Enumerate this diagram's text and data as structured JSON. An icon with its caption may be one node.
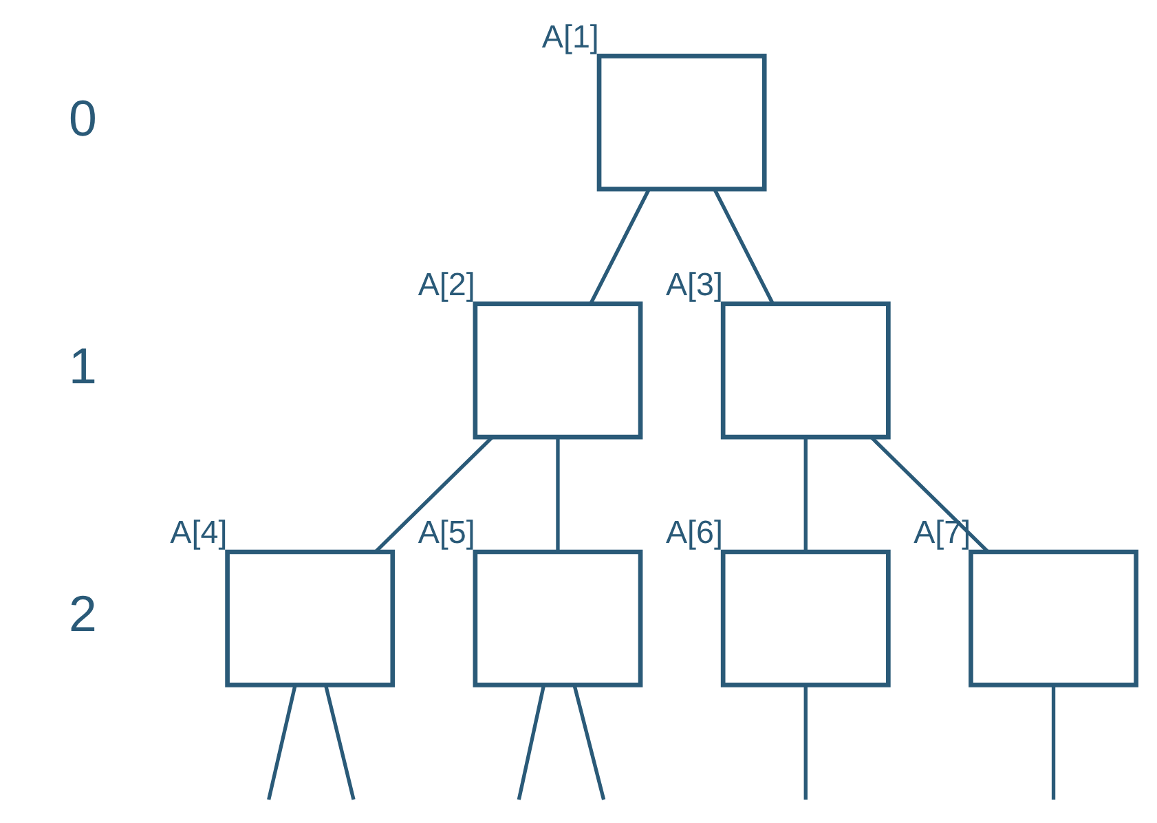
{
  "diagram": {
    "nodes": [
      {
        "text": [],
        "shape": "box",
        "beside": [
          "A[1]"
        ]
      },
      {
        "text": [],
        "shape": "box",
        "beside": [
          "A[2]"
        ]
      },
      {
        "text": [],
        "shape": "box",
        "beside": [
          "A[3]"
        ]
      },
      {
        "text": [],
        "shape": "box",
        "beside": [
          "A[4]"
        ]
      },
      {
        "text": [],
        "shape": "box",
        "beside": [
          "A[5]"
        ]
      },
      {
        "text": [],
        "shape": "box",
        "beside": [
          "A[6]"
        ]
      },
      {
        "text": [],
        "shape": "box",
        "beside": [
          "A[7]"
        ]
      }
    ],
    "edges": [
      {
        "from": 0,
        "to": 1,
        "arrow": "none"
      },
      {
        "from": 0,
        "to": 2,
        "arrow": "none"
      },
      {
        "from": 1,
        "to": 3,
        "arrow": "none"
      },
      {
        "from": 1,
        "to": 4,
        "arrow": "none"
      },
      {
        "from": 2,
        "to": 5,
        "arrow": "none"
      },
      {
        "from": 2,
        "to": 6,
        "arrow": "none"
      },
      {
        "from": 3,
        "to": null,
        "arrow": "none"
      },
      {
        "from": 3,
        "to": null,
        "arrow": "none"
      },
      {
        "from": 4,
        "to": null,
        "arrow": "none"
      },
      {
        "from": 4,
        "to": null,
        "arrow": "none"
      },
      {
        "from": 5,
        "to": null,
        "arrow": "none"
      },
      {
        "from": 6,
        "to": null,
        "arrow": "none"
      }
    ],
    "labels": [
      "0",
      "1",
      "2"
    ]
  }
}
